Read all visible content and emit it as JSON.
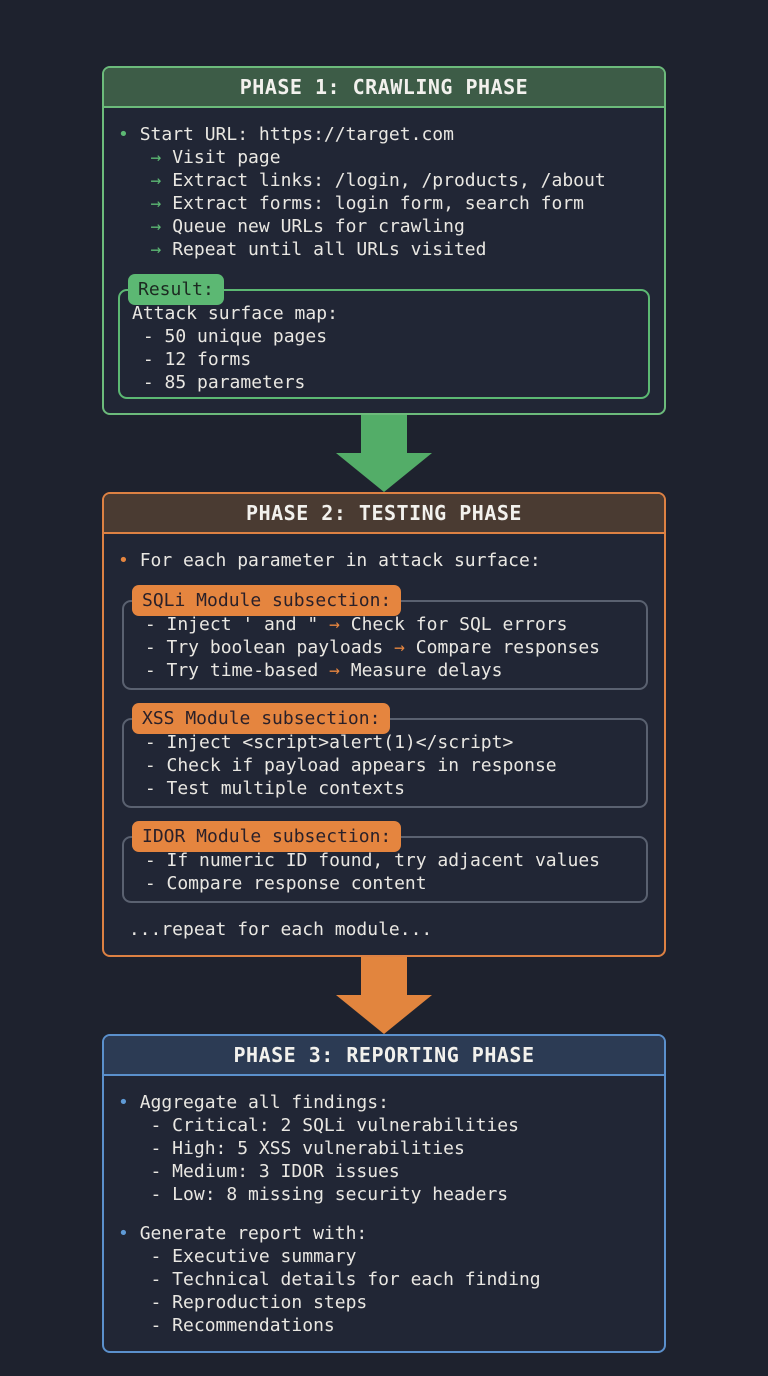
{
  "page": {
    "bg": "#1e222e",
    "text_color": "#e9e7e2"
  },
  "arrows": [
    {
      "name": "flow-arrow-1",
      "color": "#53ad68"
    },
    {
      "name": "flow-arrow-2",
      "color": "#e2853e"
    }
  ],
  "phases": [
    {
      "title": "PHASE 1: CRAWLING PHASE",
      "theme": {
        "border": "#6cbb7b",
        "header_bg": "#3d5c47",
        "accent": "#5cb873",
        "badge_text": "#1c2a21"
      },
      "lines": [
        [
          [
            "• ",
            1
          ],
          [
            "Start URL: https://target.com",
            0
          ]
        ],
        [
          [
            "   ",
            0
          ],
          [
            "→ ",
            1
          ],
          [
            "Visit page",
            0
          ]
        ],
        [
          [
            "   ",
            0
          ],
          [
            "→ ",
            1
          ],
          [
            "Extract links: /login, /products, /about",
            0
          ]
        ],
        [
          [
            "   ",
            0
          ],
          [
            "→ ",
            1
          ],
          [
            "Extract forms: login form, search form",
            0
          ]
        ],
        [
          [
            "   ",
            0
          ],
          [
            "→ ",
            1
          ],
          [
            "Queue new URLs for crawling",
            0
          ]
        ],
        [
          [
            "   ",
            0
          ],
          [
            "→ ",
            1
          ],
          [
            "Repeat until all URLs visited",
            0
          ]
        ]
      ],
      "result_box": {
        "label": "Result:",
        "lines": [
          [
            [
              "Attack surface map:",
              0
            ]
          ],
          [
            [
              " - 50 unique pages",
              0
            ]
          ],
          [
            [
              " - 12 forms",
              0
            ]
          ],
          [
            [
              " - 85 parameters",
              0
            ]
          ]
        ]
      }
    },
    {
      "title": "PHASE 2: TESTING PHASE",
      "theme": {
        "border": "#dd8143",
        "header_bg": "#4a3b32",
        "accent": "#e5853f",
        "badge_text": "#2a2029"
      },
      "lines": [
        [
          [
            "• ",
            1
          ],
          [
            "For each parameter in attack surface:",
            0
          ]
        ]
      ],
      "subsections": [
        {
          "label": "SQLi Module subsection:",
          "lines": [
            [
              [
                " - Inject ' and \" ",
                0
              ],
              [
                "→",
                1
              ],
              [
                " Check for SQL errors",
                0
              ]
            ],
            [
              [
                " - Try boolean payloads ",
                0
              ],
              [
                "→",
                1
              ],
              [
                " Compare responses",
                0
              ]
            ],
            [
              [
                " - Try time-based ",
                0
              ],
              [
                "→",
                1
              ],
              [
                " Measure delays",
                0
              ]
            ]
          ]
        },
        {
          "label": "XSS Module subsection:",
          "lines": [
            [
              [
                " - Inject <script>alert(1)</script>",
                0
              ]
            ],
            [
              [
                " - Check if payload appears in response",
                0
              ]
            ],
            [
              [
                " - Test multiple contexts",
                0
              ]
            ]
          ]
        },
        {
          "label": "IDOR Module subsection:",
          "lines": [
            [
              [
                " - If numeric ID found, try adjacent values",
                0
              ]
            ],
            [
              [
                " - Compare response content",
                0
              ]
            ]
          ]
        }
      ],
      "footer_lines": [
        [
          [
            " ...repeat for each module...",
            0
          ]
        ]
      ]
    },
    {
      "title": "PHASE 3: REPORTING PHASE",
      "theme": {
        "border": "#5b90cc",
        "header_bg": "#2c3b54",
        "accent": "#5f9ad6",
        "badge_text": "#1d2633"
      },
      "line_groups": [
        [
          [
            [
              "• ",
              1
            ],
            [
              "Aggregate all findings:",
              0
            ]
          ],
          [
            [
              "   - Critical: 2 SQLi vulnerabilities",
              0
            ]
          ],
          [
            [
              "   - High: 5 XSS vulnerabilities",
              0
            ]
          ],
          [
            [
              "   - Medium: 3 IDOR issues",
              0
            ]
          ],
          [
            [
              "   - Low: 8 missing security headers",
              0
            ]
          ]
        ],
        [
          [
            [
              "• ",
              1
            ],
            [
              "Generate report with:",
              0
            ]
          ],
          [
            [
              "   - Executive summary",
              0
            ]
          ],
          [
            [
              "   - Technical details for each finding",
              0
            ]
          ],
          [
            [
              "   - Reproduction steps",
              0
            ]
          ],
          [
            [
              "   - Recommendations",
              0
            ]
          ]
        ]
      ]
    }
  ]
}
